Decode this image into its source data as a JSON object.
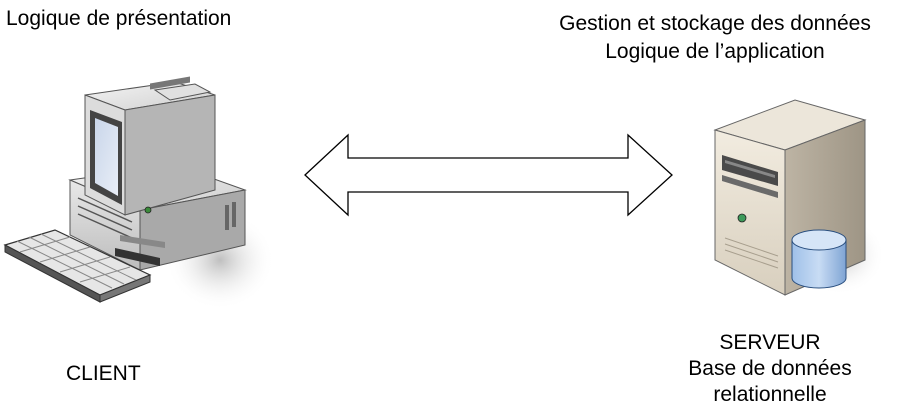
{
  "client": {
    "role": "Logique de présentation",
    "label": "CLIENT"
  },
  "server": {
    "roles": [
      "Gestion et stockage des données",
      "Logique de l’application"
    ],
    "label_lines": [
      "SERVEUR",
      "Base de données",
      "relationnelle"
    ]
  },
  "icons": {
    "client": "desktop-computer-icon",
    "server": "server-tower-icon",
    "database": "database-cylinder-icon",
    "connection": "double-headed-arrow"
  }
}
